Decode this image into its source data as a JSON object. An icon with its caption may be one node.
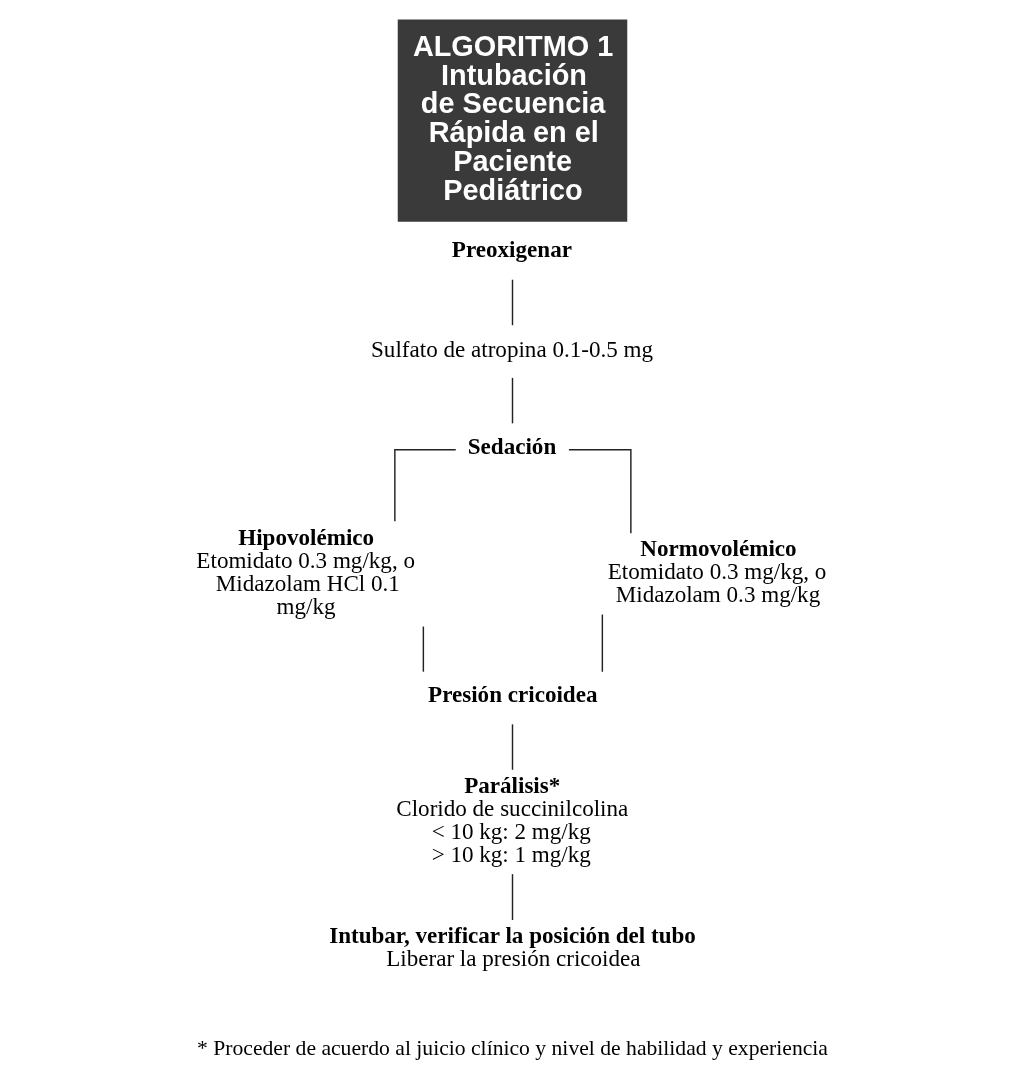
{
  "diagram": {
    "title": "ALGORITMO 1 Intubación de Secuencia Rápida en el Paciente Pediátrico",
    "caption": "* Proceder de acuerdo al juicio clínico y nivel de habilidad y experiencia",
    "nodes": [
      {
        "text": [
          "Preoxigenar"
        ]
      },
      {
        "text": [
          "Sulfato de atropina 0.1-0.5 mg"
        ]
      },
      {
        "text": [
          "Sedación"
        ]
      },
      {
        "text": [
          "Hipovolémico",
          "Etomidato 0.3 mg/kg, o Midazolam HCl 0.1 mg/kg"
        ]
      },
      {
        "text": [
          "Normovolémico",
          "Etomidato 0.3 mg/kg, o Midazolam 0.3 mg/kg"
        ]
      },
      {
        "text": [
          "Presión cricoidea"
        ]
      },
      {
        "text": [
          "Parálisis*",
          "Clorido de succinilcolina",
          "< 10 kg: 2 mg/kg",
          "> 10 kg: 1 mg/kg"
        ]
      },
      {
        "text": [
          "Intubar, verificar la posición del tubo",
          "Liberar la presión cricoidea"
        ]
      }
    ],
    "edges": [
      {
        "from": 0,
        "to": 1,
        "arrow": "none"
      },
      {
        "from": 1,
        "to": 2,
        "arrow": "none"
      },
      {
        "from": 2,
        "to": 3,
        "arrow": "none"
      },
      {
        "from": 2,
        "to": 4,
        "arrow": "none"
      },
      {
        "from": 3,
        "to": 5,
        "arrow": "none"
      },
      {
        "from": 4,
        "to": 5,
        "arrow": "none"
      },
      {
        "from": 5,
        "to": 6,
        "arrow": "none"
      },
      {
        "from": 6,
        "to": 7,
        "arrow": "none"
      }
    ]
  }
}
